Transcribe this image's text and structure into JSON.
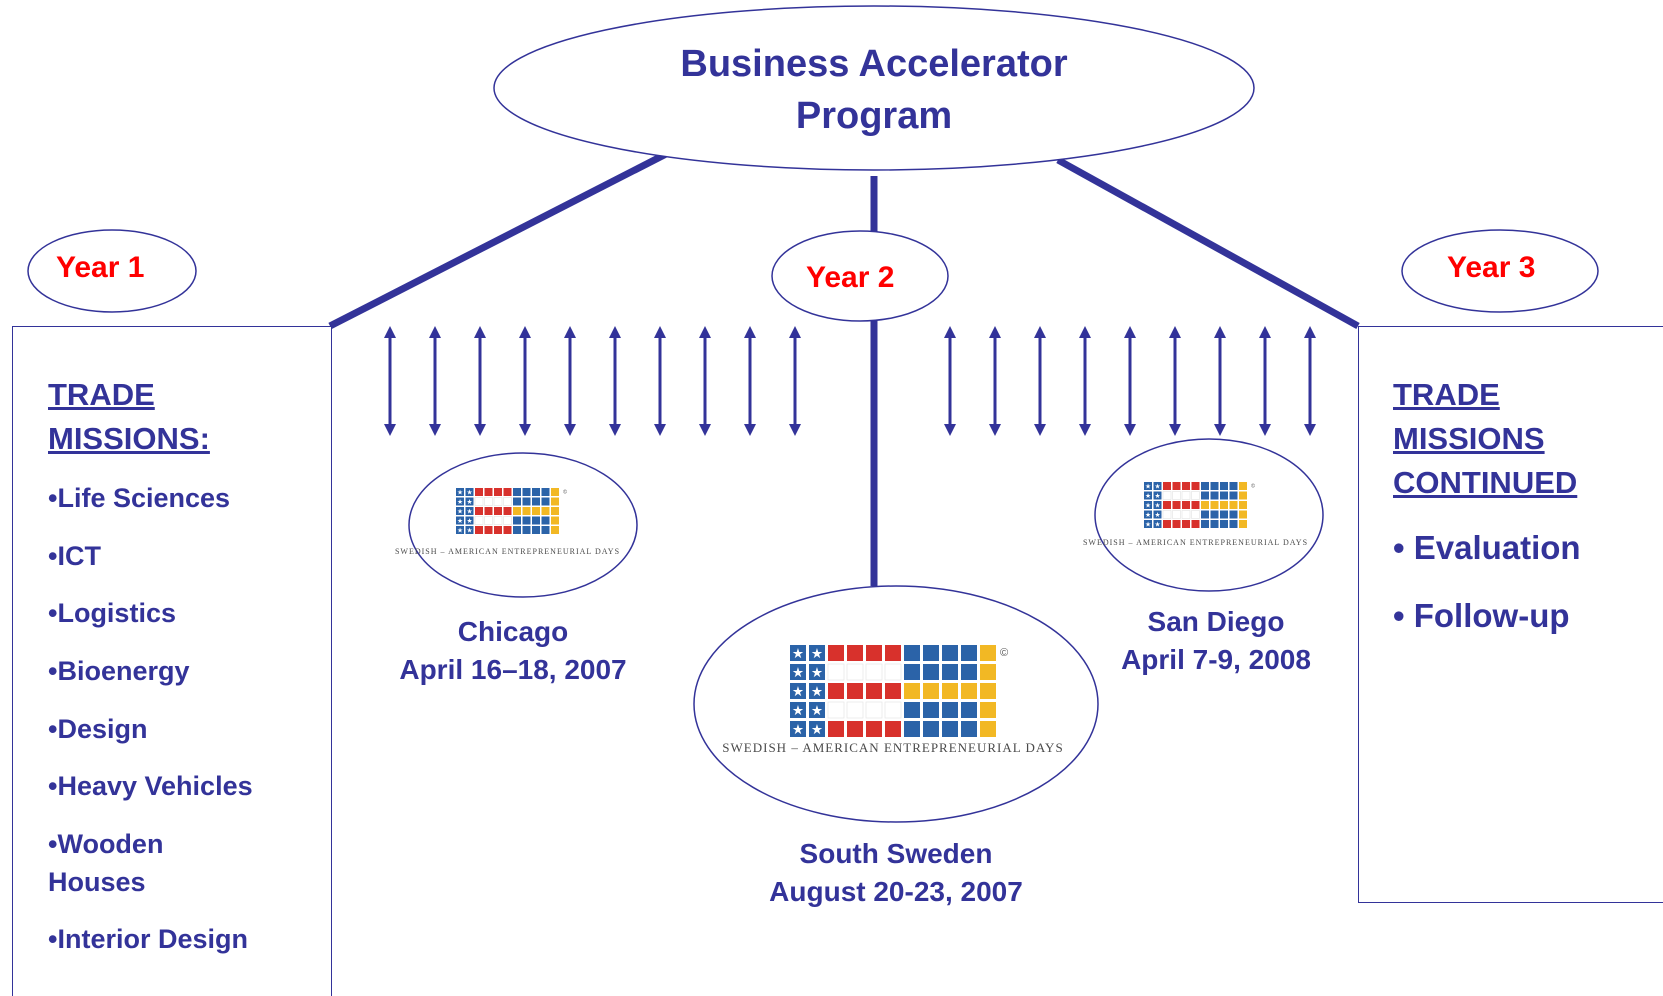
{
  "title": {
    "line1": "Business Accelerator",
    "line2": "Program"
  },
  "years": {
    "y1": "Year 1",
    "y2": "Year 2",
    "y3": "Year 3"
  },
  "left_box": {
    "heading_line1": "TRADE",
    "heading_line2": "MISSIONS:",
    "items": [
      "•Life Sciences",
      "•ICT",
      "•Logistics",
      "•Bioenergy",
      "•Design",
      "•Heavy Vehicles",
      "•Wooden",
      "Houses",
      "•Interior Design"
    ]
  },
  "right_box": {
    "heading_line1": "TRADE",
    "heading_line2": "MISSIONS",
    "heading_line3": "CONTINUED",
    "items": [
      "• Evaluation",
      "• Follow-up"
    ]
  },
  "events": {
    "chicago": {
      "city": "Chicago",
      "date": "April 16–18, 2007"
    },
    "south_sweden": {
      "city": "South Sweden",
      "date": "August 20-23, 2007"
    },
    "san_diego": {
      "city": "San Diego",
      "date": "April 7-9, 2008"
    }
  },
  "logo": {
    "caption": "SWEDISH – AMERICAN ENTREPRENEURIAL DAYS",
    "registered": "©"
  },
  "colors": {
    "primary": "#333399",
    "accent_red": "#ff0000",
    "logo_blue": "#2b63a8",
    "logo_red": "#d8312c",
    "logo_yellow": "#f2b824"
  }
}
